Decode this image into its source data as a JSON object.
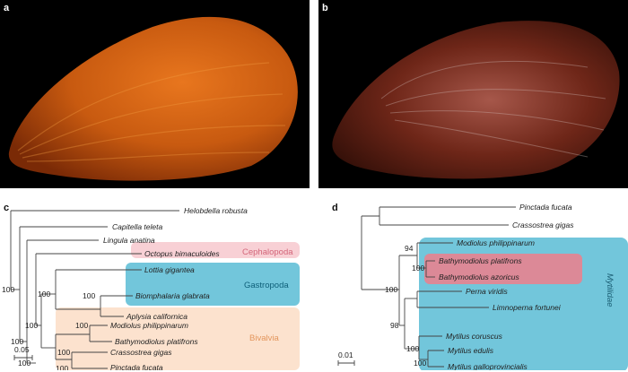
{
  "panels": {
    "a": {
      "letter": "a"
    },
    "b": {
      "letter": "b"
    },
    "c": {
      "letter": "c",
      "taxa": [
        "Helobdella robusta",
        "Capitella teleta",
        "Lingula anatina",
        "Octopus bimaculoides",
        "Lottia gigantea",
        "Biomphalaria glabrata",
        "Aplysia californica",
        "Modiolus philippinarum",
        "Bathymodiolus platifrons",
        "Crassostrea gigas",
        "Pinctada fucata"
      ],
      "clades": [
        {
          "name": "Cephalopoda",
          "color": "#e8828f"
        },
        {
          "name": "Gastropoda",
          "color": "#2aa6c6"
        },
        {
          "name": "Bivalvia",
          "color": "#f5b98a"
        }
      ],
      "bootstrap": [
        "100",
        "100",
        "100",
        "100",
        "100",
        "100",
        "100",
        "100",
        "100"
      ],
      "scale": "0.05"
    },
    "d": {
      "letter": "d",
      "taxa": [
        "Pinctada fucata",
        "Crassostrea gigas",
        "Modiolus philippinarum",
        "Bathymodiolus platifrons",
        "Bathymodiolus azoricus",
        "Perna viridis",
        "Limnoperna fortunei",
        "Mytilus coruscus",
        "Mytilus edulis",
        "Mytilus galloprovincialis"
      ],
      "family": {
        "name": "Mytilidae",
        "color": "#2aa6c6"
      },
      "highlight_color": "#e8828f",
      "bootstrap": [
        "94",
        "100",
        "100",
        "98",
        "100",
        "100"
      ],
      "scale": "0.01"
    }
  }
}
